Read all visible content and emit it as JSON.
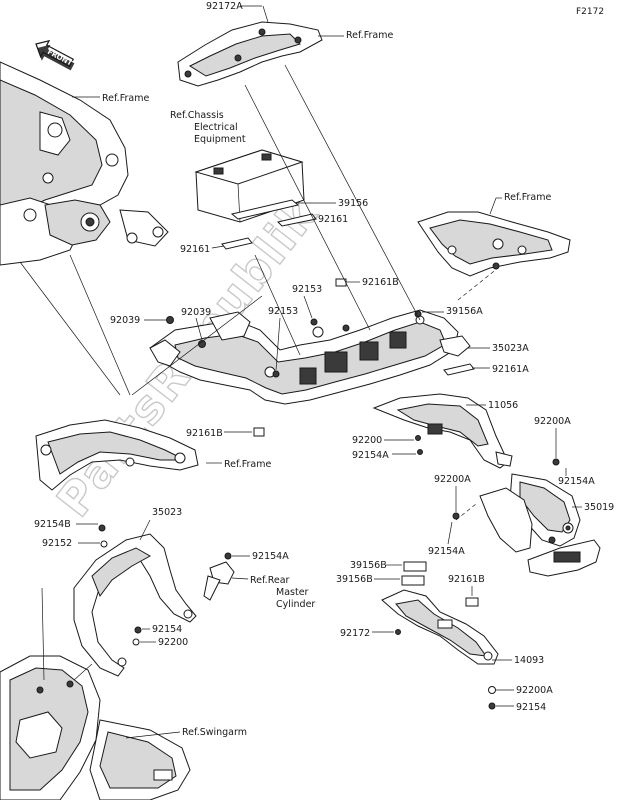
{
  "diagram": {
    "code": "F2172",
    "front_label": "FRONT",
    "watermark": "PartsRepublik"
  },
  "labels": {
    "p92172A": "92172A",
    "ref_frame_top": "Ref.Frame",
    "ref_frame_left": "Ref.Frame",
    "ref_chassis_1": "Ref.Chassis",
    "ref_chassis_2": "Electrical",
    "ref_chassis_3": "Equipment",
    "p39156": "39156",
    "p92161_r": "92161",
    "p92161_l": "92161",
    "ref_frame_right": "Ref.Frame",
    "p92153_a": "92153",
    "p92161B_a": "92161B",
    "p92039_a": "92039",
    "p92039_b": "92039",
    "p92153_b": "92153",
    "p39156A": "39156A",
    "p35023A": "35023A",
    "p92161A": "92161A",
    "p11056": "11056",
    "p92161B_b": "92161B",
    "ref_frame_bottom": "Ref.Frame",
    "p92200": "92200",
    "p92154A_a": "92154A",
    "p92200A_a": "92200A",
    "p92154A_b": "92154A",
    "p92200A_b": "92200A",
    "p35019": "35019",
    "p92154B": "92154B",
    "p35023": "35023",
    "p92152": "92152",
    "p92154A_c": "92154A",
    "ref_rear_1": "Ref.Rear",
    "ref_rear_2": "Master",
    "ref_rear_3": "Cylinder",
    "p92154A_d": "92154A",
    "p39156B_a": "39156B",
    "p39156B_b": "39156B",
    "p92161B_c": "92161B",
    "p92154": "92154",
    "p92200_b": "92200",
    "p92172": "92172",
    "p14093": "14093",
    "p92200A_c": "92200A",
    "p92154_b": "92154",
    "ref_swingarm": "Ref.Swingarm"
  }
}
